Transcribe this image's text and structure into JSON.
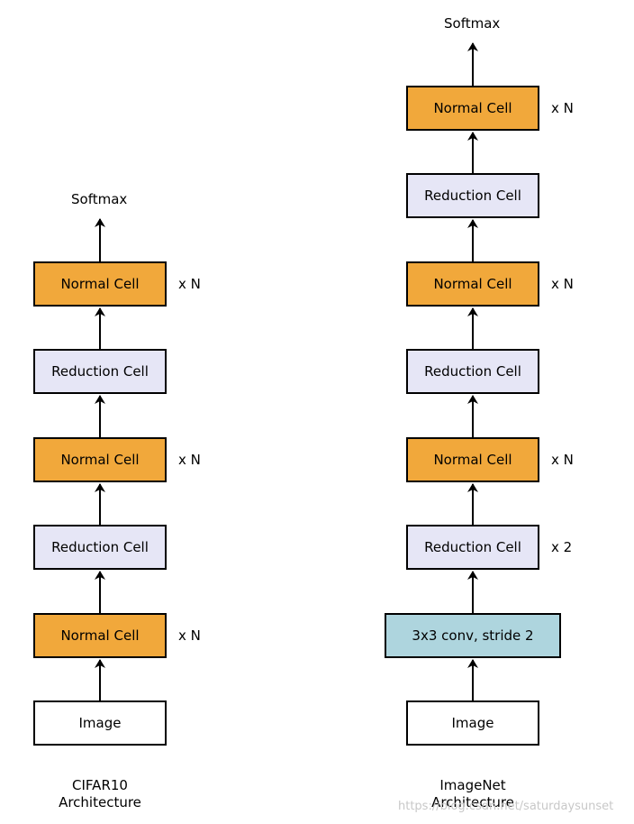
{
  "left": {
    "softmax": "Softmax",
    "cells": [
      {
        "label": "Normal Cell",
        "mult": "x N"
      },
      {
        "label": "Reduction Cell",
        "mult": ""
      },
      {
        "label": "Normal Cell",
        "mult": "x N"
      },
      {
        "label": "Reduction Cell",
        "mult": ""
      },
      {
        "label": "Normal Cell",
        "mult": "x N"
      },
      {
        "label": "Image",
        "mult": ""
      }
    ],
    "caption_line1": "CIFAR10",
    "caption_line2": "Architecture"
  },
  "right": {
    "softmax": "Softmax",
    "cells": [
      {
        "label": "Normal Cell",
        "mult": "x N"
      },
      {
        "label": "Reduction Cell",
        "mult": ""
      },
      {
        "label": "Normal Cell",
        "mult": "x N"
      },
      {
        "label": "Reduction Cell",
        "mult": ""
      },
      {
        "label": "Normal Cell",
        "mult": "x N"
      },
      {
        "label": "Reduction Cell",
        "mult": "x 2"
      },
      {
        "label": "3x3 conv, stride 2",
        "mult": ""
      },
      {
        "label": "Image",
        "mult": ""
      }
    ],
    "caption_line1": "ImageNet",
    "caption_line2": "Architecture"
  },
  "colors": {
    "normal_cell": "#f1a83b",
    "reduction_cell": "#e6e6f6",
    "conv_cell": "#aed5de",
    "image_cell": "#ffffff"
  },
  "watermark": "https://blog.csdn.net/saturdaysunset"
}
